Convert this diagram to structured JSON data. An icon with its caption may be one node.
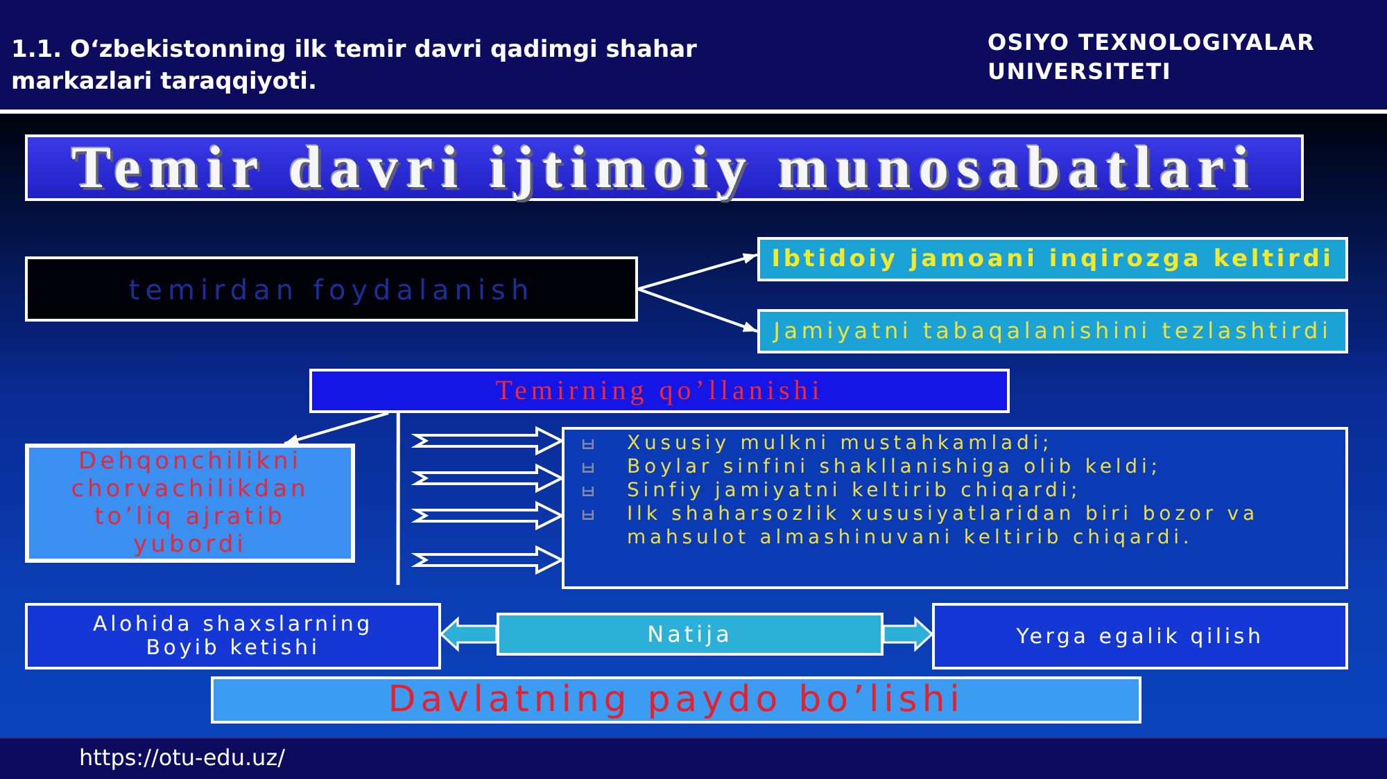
{
  "diagram": {
    "title": "1.1. O‘zbekistonning ilk temir davri qadimgi shahar markazlari taraqqiyoti.",
    "nodes": [
      {
        "text": [
          "Temir davri ijtimoiy munosabatlari"
        ]
      },
      {
        "text": [
          "temirdan foydalanish"
        ]
      },
      {
        "text": [
          "Ibtidoiy jamoani inqirozga keltirdi"
        ]
      },
      {
        "text": [
          "Jamiyatni tabaqalanishini tezlashtirdi"
        ]
      },
      {
        "text": [
          "Temirning qo’llanishi"
        ]
      },
      {
        "text": [
          "Dehqonchilikni chorvachilikdan to’liq ajratib yubordi"
        ]
      },
      {
        "text": [
          "Xususiy mulkni mustahkamladi;",
          "Boylar sinfini shakllanishiga olib keldi;",
          "Sinfiy jamiyatni keltirib chiqardi;",
          "Ilk shaharsozlik xususiyatlaridan biri bozor va mahsulot almashinuvani keltirib chiqardi."
        ]
      },
      {
        "text": [
          "Alohida shaxslarning Boyib ketishi"
        ]
      },
      {
        "text": [
          "Natija"
        ]
      },
      {
        "text": [
          "Yerga egalik qilish"
        ]
      },
      {
        "text": [
          "Davlatning paydo bo’lishi"
        ]
      }
    ],
    "edges": [
      {
        "from": 1,
        "to": 2,
        "arrow": "to"
      },
      {
        "from": 1,
        "to": 3,
        "arrow": "to"
      },
      {
        "from": 4,
        "to": 5,
        "arrow": "to"
      },
      {
        "from": 4,
        "to": null,
        "arrow": "none"
      },
      {
        "from": null,
        "to": 6,
        "arrow": "to",
        "style": "thick"
      },
      {
        "from": null,
        "to": 6,
        "arrow": "to",
        "style": "thick"
      },
      {
        "from": null,
        "to": 6,
        "arrow": "to",
        "style": "thick"
      },
      {
        "from": null,
        "to": 6,
        "arrow": "to",
        "style": "thick"
      },
      {
        "from": 8,
        "to": 7,
        "arrow": "to",
        "style": "thick",
        "color": "#2db0d8"
      },
      {
        "from": 8,
        "to": 9,
        "arrow": "to",
        "style": "thick",
        "color": "#2db0d8"
      }
    ],
    "labels": [
      "OSIYO TEXNOLOGIYALAR UNIVERSITETI",
      "https://otu-edu.uz/"
    ]
  }
}
